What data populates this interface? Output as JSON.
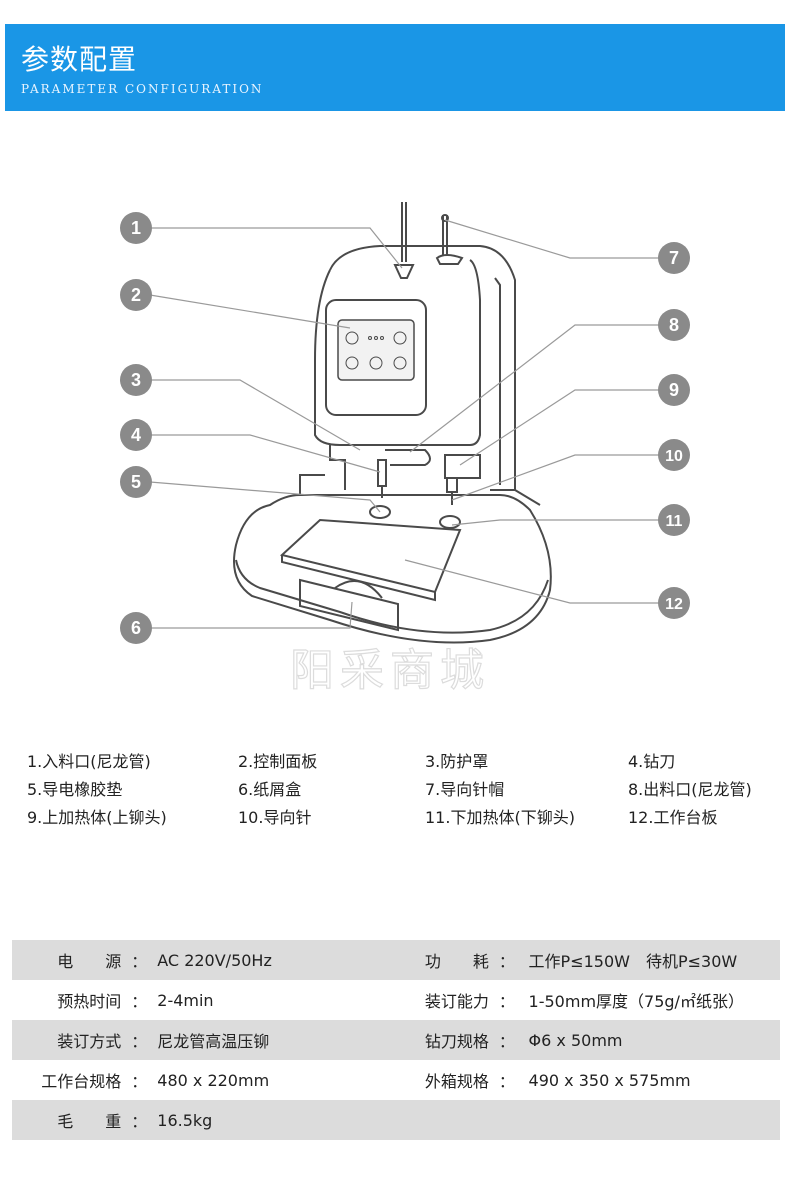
{
  "header": {
    "title": "参数配置",
    "subtitle": "PARAMETER CONFIGURATION"
  },
  "diagram": {
    "callouts": [
      "1",
      "2",
      "3",
      "4",
      "5",
      "6",
      "7",
      "8",
      "9",
      "10",
      "11",
      "12"
    ],
    "watermark": "阳采商城",
    "callout_color": "#8a8a8a"
  },
  "parts": [
    "1.入料口(尼龙管)",
    "2.控制面板",
    "3.防护罩",
    "4.钻刀",
    "5.导电橡胶垫",
    "6.纸屑盒",
    "7.导向针帽",
    "8.出料口(尼龙管)",
    "9.上加热体(上铆头)",
    "10.导向针",
    "11.下加热体(下铆头)",
    "12.工作台板"
  ],
  "specs": [
    {
      "l1": "电　　源",
      "v1": "AC 220V/50Hz",
      "l2": "功　　耗",
      "v2": "工作P≤150W　待机P≤30W"
    },
    {
      "l1": "预热时间",
      "v1": "2-4min",
      "l2": "装订能力",
      "v2": "1-50mm厚度（75g/㎡纸张）"
    },
    {
      "l1": "装订方式",
      "v1": "尼龙管高温压铆",
      "l2": "钻刀规格",
      "v2": "Φ6 x 50mm"
    },
    {
      "l1": "工作台规格",
      "v1": "480 x 220mm",
      "l2": "外箱规格",
      "v2": "490 x 350 x 575mm"
    },
    {
      "l1": "毛　　重",
      "v1": "16.5kg",
      "l2": "",
      "v2": ""
    }
  ],
  "colon": "：",
  "colors": {
    "banner": "#1a96e6",
    "row_gray": "#dcdcdc"
  }
}
